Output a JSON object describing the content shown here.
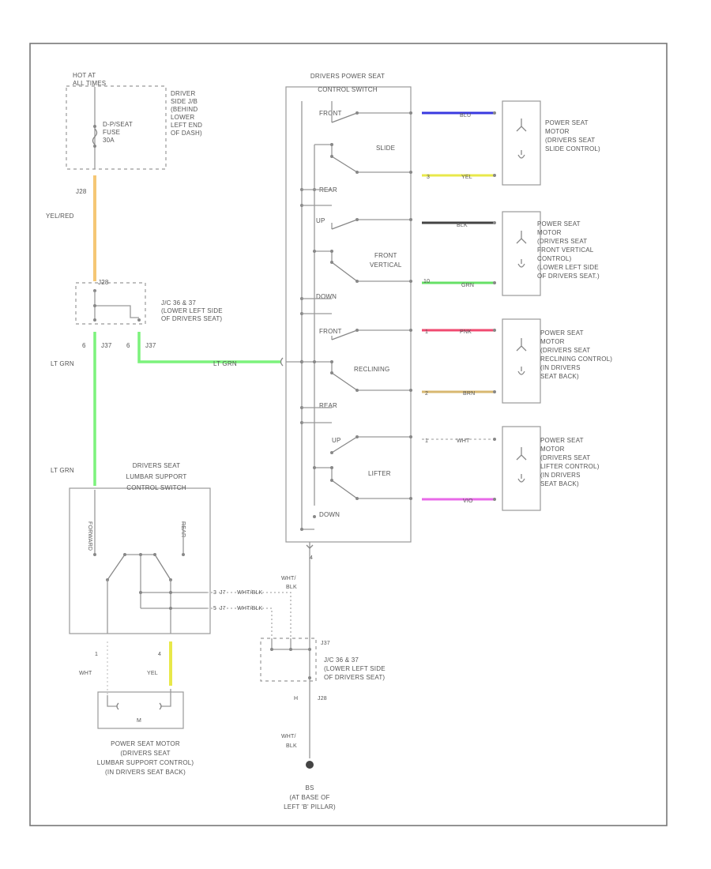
{
  "footer_code": "",
  "fuse_block": {
    "location": [
      "HOT AT",
      "ALL TIMES"
    ],
    "fuse": [
      "D-P/SEAT",
      "FUSE",
      "30A"
    ],
    "junction": [
      "DRIVER",
      "SIDE J/B",
      "(BEHIND",
      "LOWER",
      "LEFT END",
      "OF DASH)"
    ],
    "conn_out": "J28",
    "wire": "YEL/RED"
  },
  "jc_top": {
    "conn": "J28",
    "desc": [
      "J/C 36 & 37",
      "(LOWER LEFT SIDE",
      "OF DRIVERS SEAT)"
    ],
    "pin_left": "6",
    "pin_right": "6",
    "conn_left": "J37",
    "conn_right": "J37"
  },
  "wires": {
    "lt_grn": "LT GRN",
    "lt_grn_2": "LT GRN",
    "lt_grn_3": "LT GRN",
    "wht_blk_1": "WHT/BLK",
    "wht_blk_2": "WHT/BLK",
    "wht_blk_3": [
      "WHT/",
      "BLK"
    ],
    "wht_blk_4": [
      "WHT/",
      "BLK"
    ]
  },
  "switch": {
    "title": [
      "DRIVERS POWER SEAT",
      "CONTROL SWITCH"
    ],
    "slide": {
      "name": "SLIDE",
      "up": "FRONT",
      "down": "REAR"
    },
    "front_vertical": {
      "name": [
        "FRONT",
        "VERTICAL"
      ],
      "up": "UP",
      "down": "DOWN"
    },
    "reclining": {
      "name": "RECLINING",
      "up": "FRONT",
      "down": "REAR"
    },
    "lifter": {
      "name": "LIFTER",
      "up": "UP",
      "down": "DOWN"
    }
  },
  "motor_wires": [
    {
      "color": "BLU",
      "pin": "",
      "hex": "#3a3ae0"
    },
    {
      "color": "YEL",
      "pin": "3",
      "hex": "#e8e84a"
    },
    {
      "color": "BLK",
      "pin": "",
      "hex": "#444444"
    },
    {
      "color": "GRN",
      "pin": "10",
      "hex": "#66e066"
    },
    {
      "color": "PNK",
      "pin": "1",
      "hex": "#f04a70"
    },
    {
      "color": "BRN",
      "pin": "2",
      "hex": "#d8b870"
    },
    {
      "color": "WHT",
      "pin": "1",
      "hex": "#bbbbbb"
    },
    {
      "color": "VIO",
      "pin": "",
      "hex": "#e86ae8"
    }
  ],
  "motors": [
    [
      "POWER SEAT",
      "MOTOR",
      "(DRIVERS SEAT",
      "SLIDE CONTROL)"
    ],
    [
      "POWER SEAT",
      "MOTOR",
      "(DRIVERS SEAT",
      "FRONT VERTICAL",
      "CONTROL)",
      "(LOWER LEFT SIDE",
      "OF DRIVERS SEAT.)"
    ],
    [
      "POWER SEAT",
      "MOTOR",
      "(DRIVERS SEAT",
      "RECLINING CONTROL)",
      "(IN DRIVERS",
      "SEAT BACK)"
    ],
    [
      "POWER SEAT",
      "MOTOR",
      "(DRIVERS SEAT",
      "LIFTER CONTROL)",
      "(IN DRIVERS",
      "SEAT BACK)"
    ]
  ],
  "lumbar_switch": {
    "title": [
      "DRIVERS SEAT",
      "LUMBAR SUPPORT",
      "CONTROL SWITCH"
    ],
    "left": "FORWARD",
    "right": "REAR",
    "pin_a": "3",
    "pin_b": "5",
    "conn_a": "J7",
    "conn_b": "J7"
  },
  "lumbar_motor": {
    "label": [
      "POWER SEAT MOTOR",
      "(DRIVERS SEAT",
      "LUMBAR SUPPORT CONTROL)",
      "(IN DRIVERS SEAT BACK)"
    ],
    "pin_left": "1",
    "pin_right": "4",
    "wire_left": "WHT",
    "wire_right": "YEL",
    "mark": "M"
  },
  "jc_bottom": {
    "conn": "J37",
    "desc": [
      "J/C 36 & 37",
      "(LOWER LEFT SIDE",
      "OF DRIVERS SEAT)"
    ],
    "pin": "H",
    "conn_out": "J28"
  },
  "ground": {
    "id": "BS",
    "desc": [
      "(AT BASE OF",
      "LEFT 'B' PILLAR)"
    ]
  }
}
